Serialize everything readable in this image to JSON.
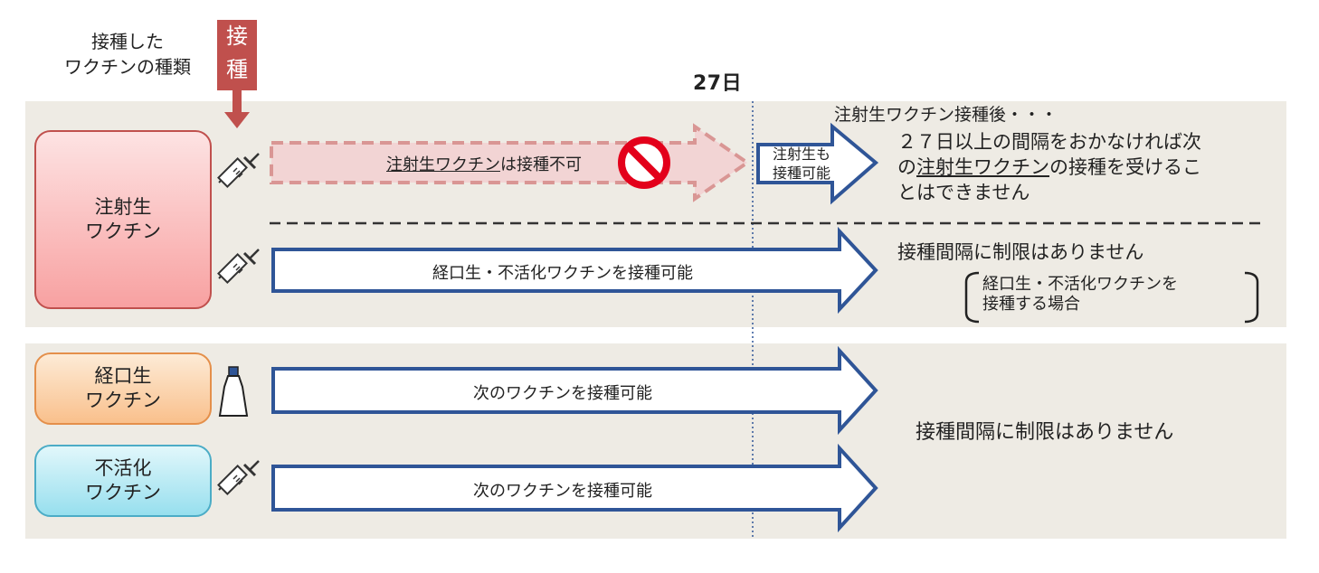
{
  "header": {
    "vaccine_type_label_lines": [
      "接種した",
      "ワクチンの種類"
    ],
    "inoculation_badge_chars": [
      "接",
      "種"
    ],
    "day_marker": "27日"
  },
  "rows": {
    "injectable": {
      "label_lines": [
        "注射生",
        "ワクチン"
      ],
      "blocked_arrow": {
        "underlined": "注射生ワクチン",
        "rest": "は接種不可"
      },
      "small_arrow_lines": [
        "注射生も",
        "接種可能"
      ],
      "note_heading": "注射生ワクチン接種後・・・",
      "note_line1": "２７日以上の間隔をおかなければ次",
      "note_line2_prefix": "の",
      "note_line2_underlined": "注射生ワクチン",
      "note_line2_suffix": "の接種を受けるこ",
      "note_line3": "とはできません",
      "other_arrow": "経口生・不活化ワクチンを接種可能",
      "other_note": "接種間隔に制限はありません",
      "other_note_paren_lines": [
        "経口生・不活化ワクチンを",
        "接種する場合"
      ]
    },
    "oral": {
      "label_lines": [
        "経口生",
        "ワクチン"
      ],
      "arrow": "次のワクチンを接種可能"
    },
    "inactivated": {
      "label_lines": [
        "不活化",
        "ワクチン"
      ],
      "arrow": "次のワクチンを接種可能"
    },
    "shared_note": "接種間隔に制限はありません"
  },
  "colors": {
    "band": "#eeebe4",
    "arrow_outline": "#2f5597",
    "blocked_fill": "#f2d4d4",
    "blocked_outline": "#d99694",
    "prohibited": "#e3001b",
    "badge": "#c0504d"
  }
}
